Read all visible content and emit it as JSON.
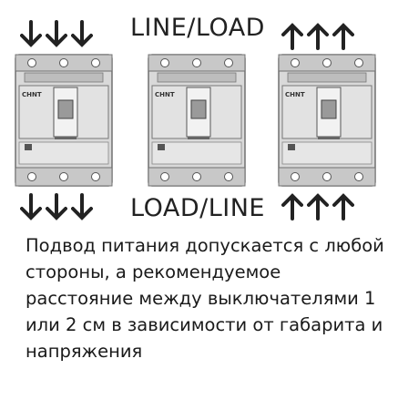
{
  "top_label": "LINE/LOAD",
  "bottom_label": "LOAD/LINE",
  "brand": "CHNT",
  "description": "Подвод питания допускается с любой стороны, а рекомендуемое расстояние между выключателями 1 или 2 см в зависимости от габарита и напряжения",
  "icons": {
    "down": "arrow-down-icon",
    "up": "arrow-up-icon"
  },
  "colors": {
    "body": "#d8d8d8",
    "outline": "#6e6e6e",
    "text": "#222222"
  }
}
